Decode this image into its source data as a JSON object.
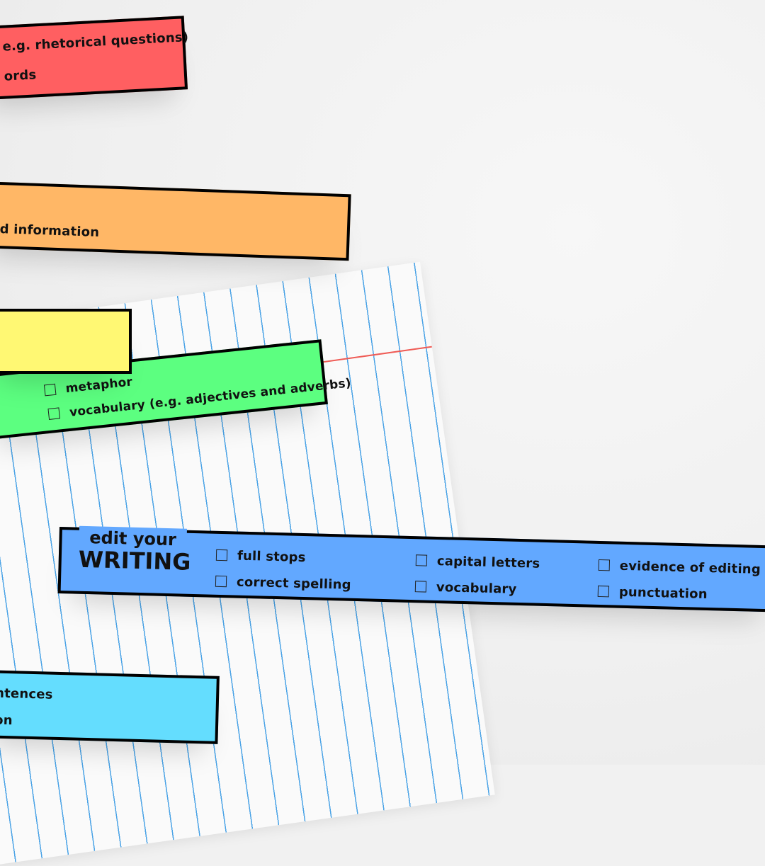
{
  "red_card": {
    "line1": "e.g. rhetorical questions)",
    "line2": "ords"
  },
  "orange_card": {
    "line1": "d information"
  },
  "green_card": {
    "item1": "metaphor",
    "item2": "vocabulary (e.g. adjectives and adverbs)"
  },
  "edit_card": {
    "title_small": "edit your",
    "title_big": "WRITING",
    "items": [
      "full stops",
      "correct spelling",
      "capital letters",
      "vocabulary",
      "evidence of editing",
      "punctuation"
    ]
  },
  "cyan_card": {
    "line1": "ntences",
    "line2": "on"
  },
  "colors": {
    "red": "#ff5f61",
    "orange": "#ffb766",
    "yellow": "#fff873",
    "green": "#5cff80",
    "blue": "#62a8ff",
    "cyan": "#64ddfe"
  }
}
